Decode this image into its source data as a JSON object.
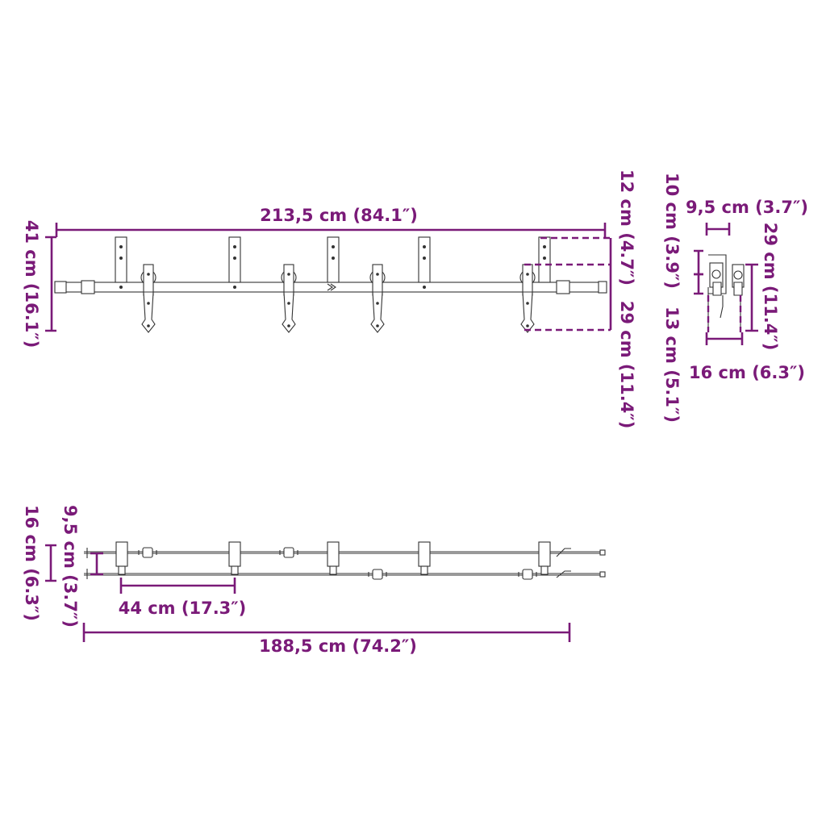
{
  "colors": {
    "dimension": "#7a1a78",
    "outline": "#333333",
    "background": "#ffffff"
  },
  "front_view": {
    "width_label": "213,5 cm (84.1″)",
    "height_label": "41 cm (16.1″)",
    "top_offset_label": "12 cm (4.7″)",
    "hanger_height_label": "29 cm (11.4″)"
  },
  "side_view": {
    "top_width_label": "9,5 cm (3.7″)",
    "upper_height_label": "10 cm (3.9″)",
    "lower_height_label": "13 cm (5.1″)",
    "right_height_label": "29 cm (11.4″)",
    "bottom_width_label": "16 cm (6.3″)"
  },
  "top_view": {
    "outer_depth_label": "16 cm (6.3″)",
    "inner_depth_label": "9,5 cm (3.7″)",
    "bracket_spacing_label": "44 cm (17.3″)",
    "rail_length_label": "188,5 cm (74.2″)"
  }
}
